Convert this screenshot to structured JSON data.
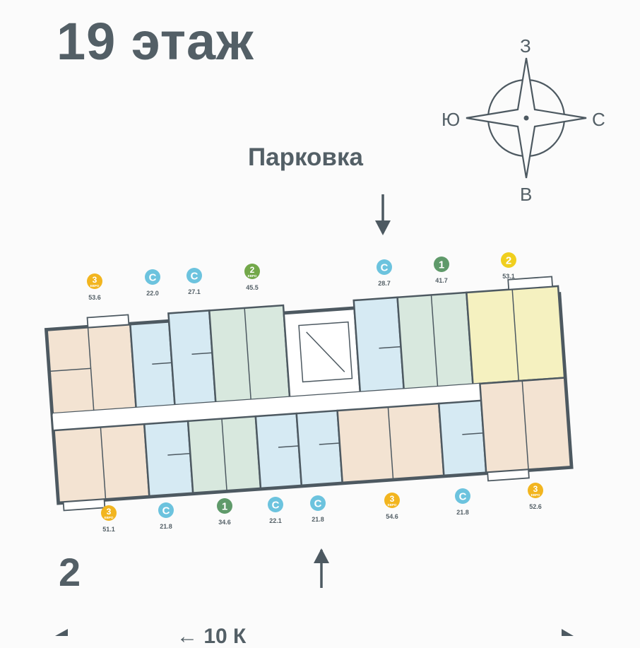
{
  "header": {
    "floor_title": "19 этаж"
  },
  "compass": {
    "north": "З",
    "south": "В",
    "west": "Ю",
    "east": "С"
  },
  "parking_label": "Парковка",
  "building_number": "2",
  "street_partial": "← 10 К",
  "colors": {
    "text": "#535f66",
    "wall": "#4d5961",
    "studio": "#d6eaf3",
    "one_room": "#d8e8de",
    "two_room": "#f5f1c0",
    "three_room": "#f3e3d2",
    "badge_studio": "#6cc3de",
    "badge_one": "#5f9a6a",
    "badge_two_euro": "#73a84a",
    "badge_yellow": "#f0cf1e",
    "badge_orange": "#f2b51f"
  },
  "units_top": [
    {
      "badge": "3",
      "euro": "ЕВРО",
      "area": "53.6",
      "type": "three"
    },
    {
      "badge": "С",
      "euro": "",
      "area": "22.0",
      "type": "studio"
    },
    {
      "badge": "С",
      "euro": "",
      "area": "27.1",
      "type": "studio"
    },
    {
      "badge": "2",
      "euro": "ЕВРО",
      "area": "45.5",
      "type": "two-euro"
    },
    {
      "badge": "С",
      "euro": "",
      "area": "28.7",
      "type": "studio"
    },
    {
      "badge": "1",
      "euro": "",
      "area": "41.7",
      "type": "one"
    },
    {
      "badge": "2",
      "euro": "",
      "area": "53.1",
      "type": "two"
    }
  ],
  "units_bottom": [
    {
      "badge": "3",
      "euro": "ЕВРО",
      "area": "51.1",
      "type": "three"
    },
    {
      "badge": "С",
      "euro": "",
      "area": "21.8",
      "type": "studio"
    },
    {
      "badge": "1",
      "euro": "",
      "area": "34.6",
      "type": "one"
    },
    {
      "badge": "С",
      "euro": "",
      "area": "22.1",
      "type": "studio"
    },
    {
      "badge": "С",
      "euro": "",
      "area": "21.8",
      "type": "studio"
    },
    {
      "badge": "3",
      "euro": "ЕВРО",
      "area": "54.6",
      "type": "three"
    },
    {
      "badge": "С",
      "euro": "",
      "area": "21.8",
      "type": "studio"
    },
    {
      "badge": "3",
      "euro": "ЕВРО",
      "area": "52.6",
      "type": "three"
    }
  ]
}
